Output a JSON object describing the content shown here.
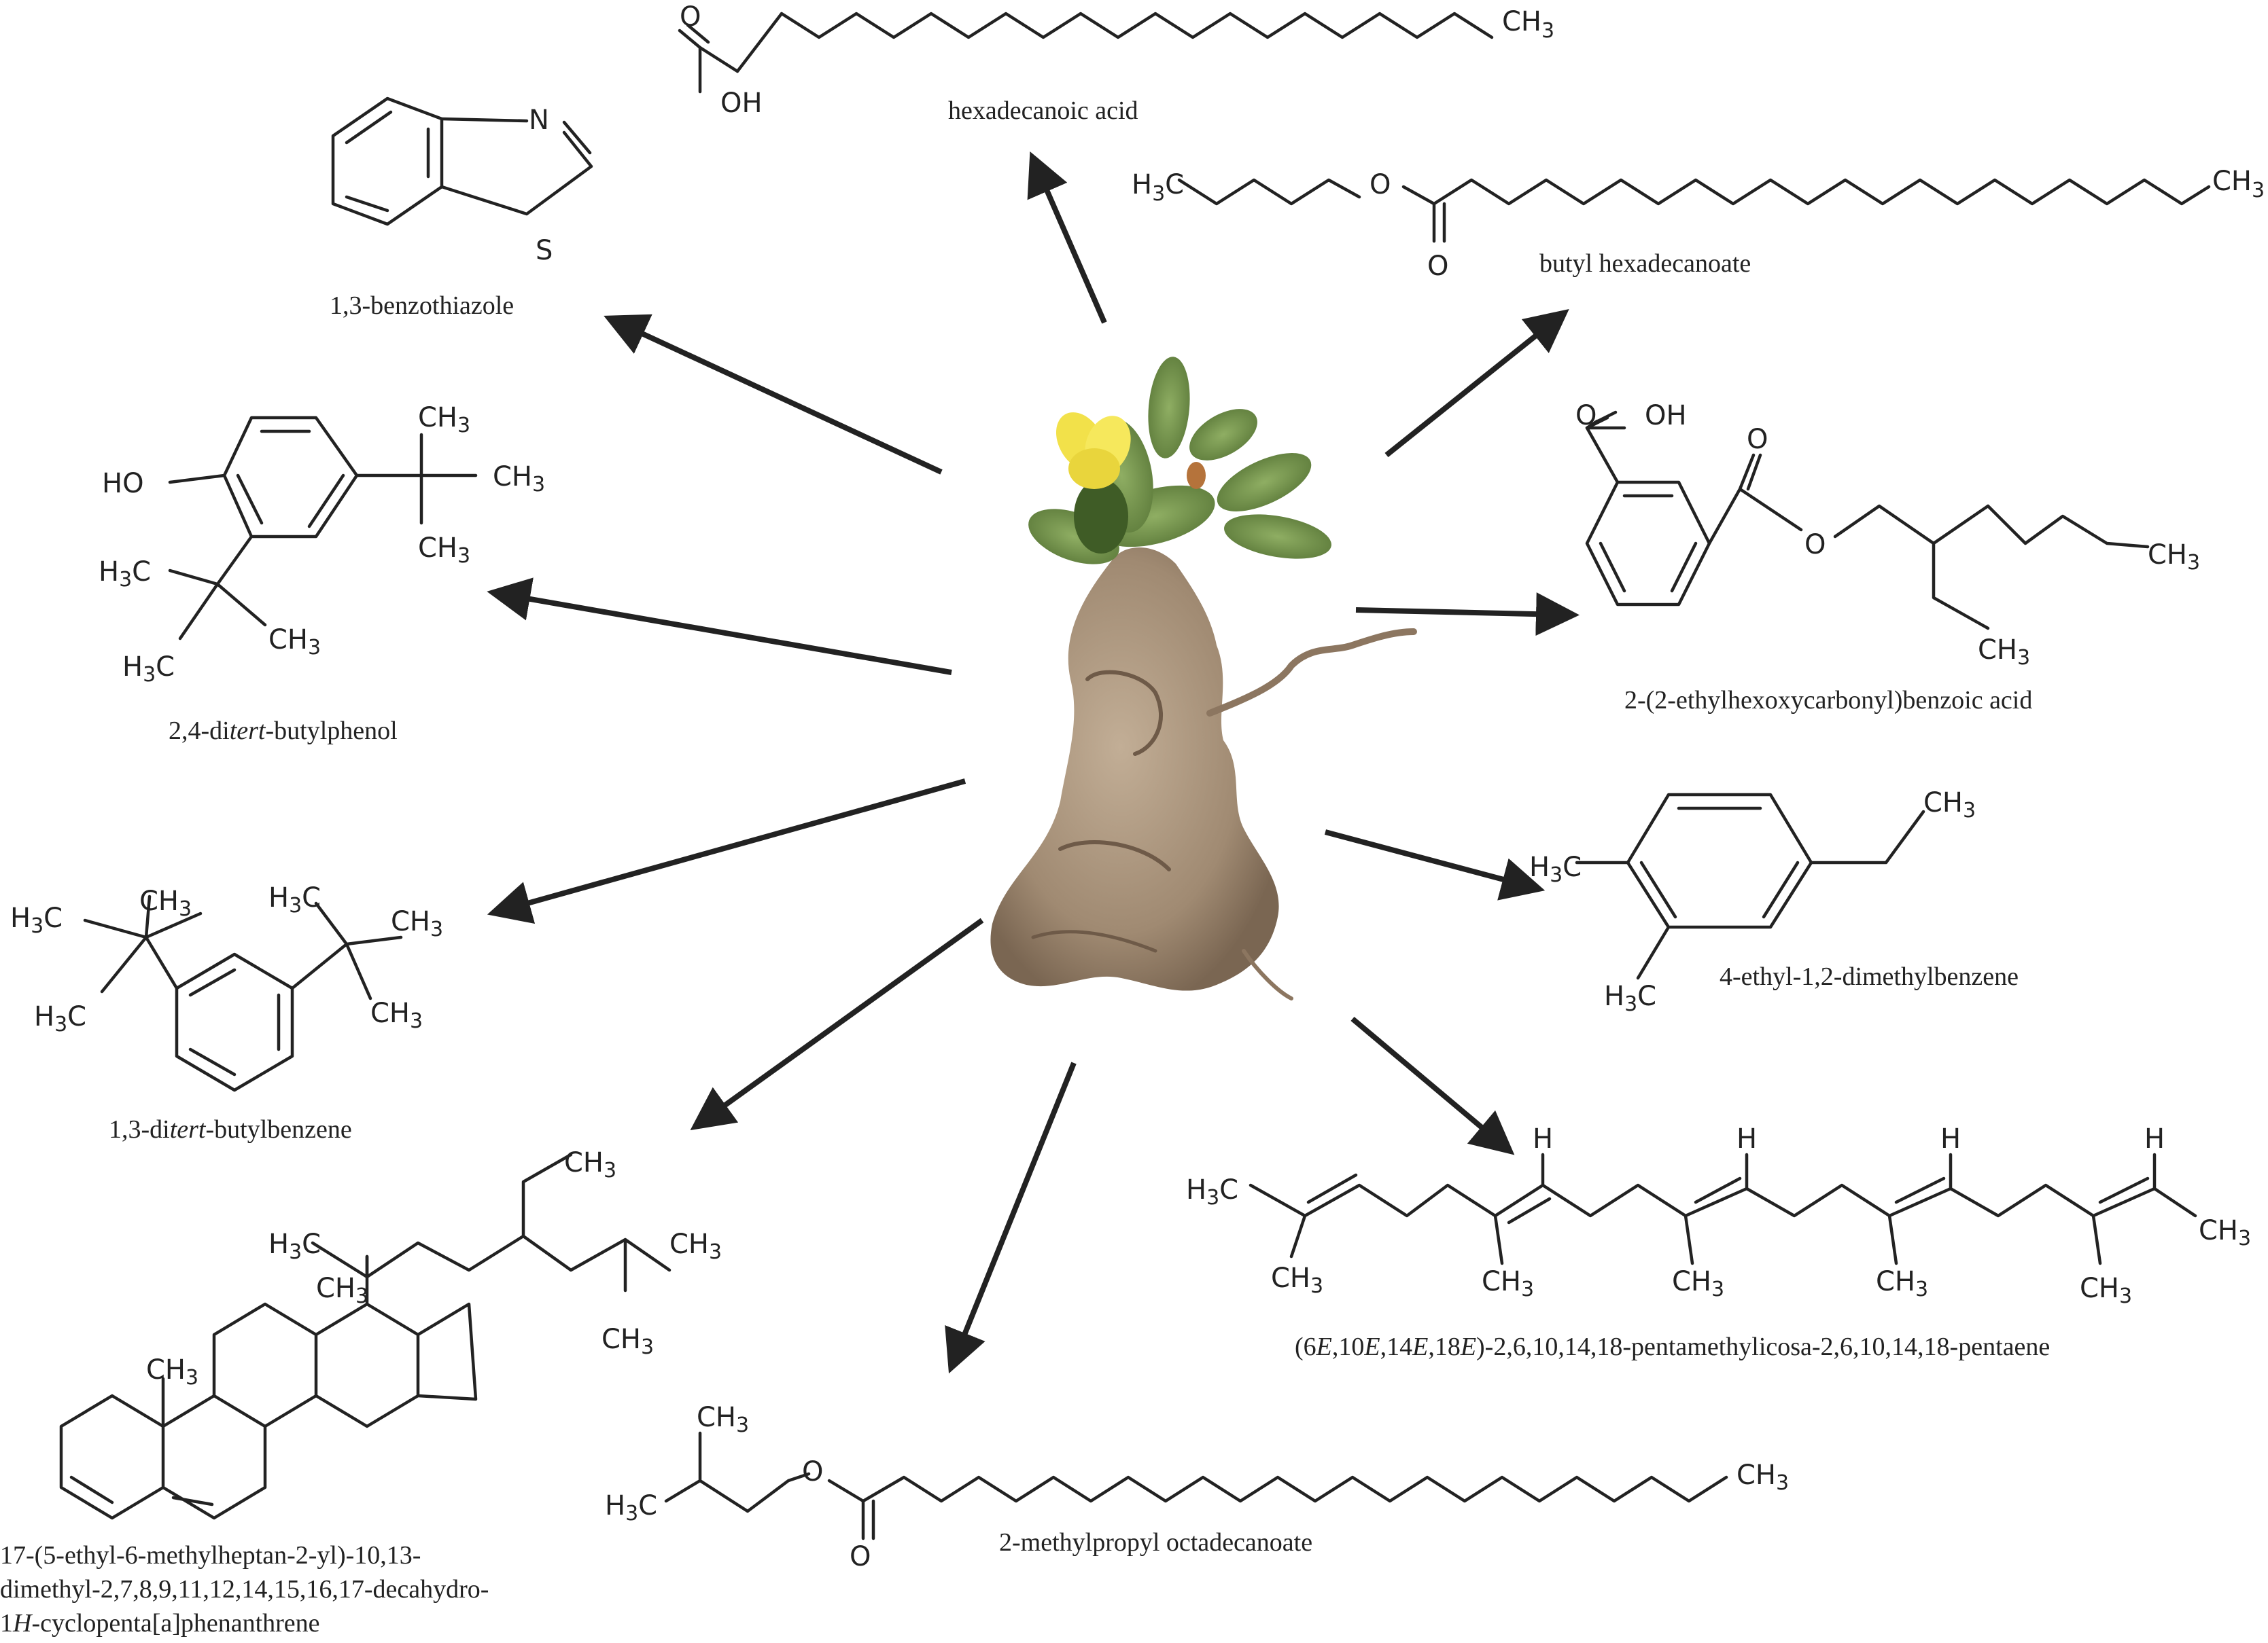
{
  "compounds": {
    "hexadecanoic_acid": {
      "name": "hexadecanoic acid",
      "oh": "OH",
      "o": "O",
      "ch3": "CH",
      "ch3_sub": "3"
    },
    "butyl_hexadecanoate": {
      "name": "butyl hexadecanoate",
      "h3c": "H",
      "h3c_sub": "3",
      "h3c_c": "C",
      "o_ester": "O",
      "o_carbonyl": "O",
      "ch3": "CH",
      "ch3_sub": "3"
    },
    "benzothiazole": {
      "name": "1,3-benzothiazole",
      "n": "N",
      "s": "S"
    },
    "ditertbutylphenol": {
      "name_parts": [
        "2,4-di",
        "tert",
        "-butylphenol"
      ],
      "ho": "HO",
      "ch3_a": "CH",
      "ch3_b": "CH",
      "ch3_c": "CH",
      "h3c_a": "H",
      "h3c_b": "H",
      "ch3_d": "CH",
      "sub": "3",
      "c": "C"
    },
    "phthalate": {
      "name": "2-(2-ethylhexoxycarbonyl)benzoic acid",
      "o1": "O",
      "oh": "OH",
      "o2": "O",
      "o3": "O",
      "ch3_a": "CH",
      "ch3_b": "CH",
      "sub": "3"
    },
    "ethyldimethylbenzene": {
      "name": "4-ethyl-1,2-dimethylbenzene",
      "ch3": "CH",
      "h3c_a": "H",
      "h3c_b": "H",
      "c": "C",
      "sub": "3"
    },
    "ditertbutylbenzene": {
      "name_parts": [
        "1,3-di",
        "tert",
        "-butylbenzene"
      ],
      "h3c_a": "H",
      "ch3_a": "CH",
      "h3c_b": "H",
      "ch3_b": "CH",
      "h3c_c": "H",
      "ch3_c": "CH",
      "h3c_d": "H",
      "ch3_d": "CH",
      "c": "C",
      "sub": "3"
    },
    "pentaene": {
      "name_parts": [
        "(6",
        "E",
        ",10",
        "E",
        ",14",
        "E",
        ",18",
        "E",
        ")-2,6,10,14,18-pentamethylicosa-2,6,10,14,18-pentaene"
      ],
      "h": "H",
      "h3c": "H",
      "c": "C",
      "ch3": "CH",
      "sub": "3"
    },
    "steroid": {
      "name_lines": [
        "17-(5-ethyl-6-methylheptan-2-yl)-10,13-",
        "dimethyl-2,7,8,9,11,12,14,15,16,17-decahydro-"
      ],
      "line3_italic": "H",
      "line3_lead": "1",
      "line3_rest": "-cyclopenta[a]phenanthrene",
      "ch3": "CH",
      "h3c": "H",
      "c": "C",
      "sub": "3"
    },
    "isobutyl_stearate": {
      "name": "2-methylpropyl octadecanoate",
      "ch3": "CH",
      "h3c": "H",
      "c": "C",
      "o_ester": "O",
      "o_carbonyl": "O",
      "sub": "3"
    }
  },
  "plant_photo": {
    "subject": "cactus-with-tuberous-root",
    "flower_color": "#f2e14a",
    "pad_color": "#6f8f4a",
    "root_color": "#a08a72"
  },
  "colors": {
    "ink": "#222222",
    "background": "#ffffff"
  }
}
